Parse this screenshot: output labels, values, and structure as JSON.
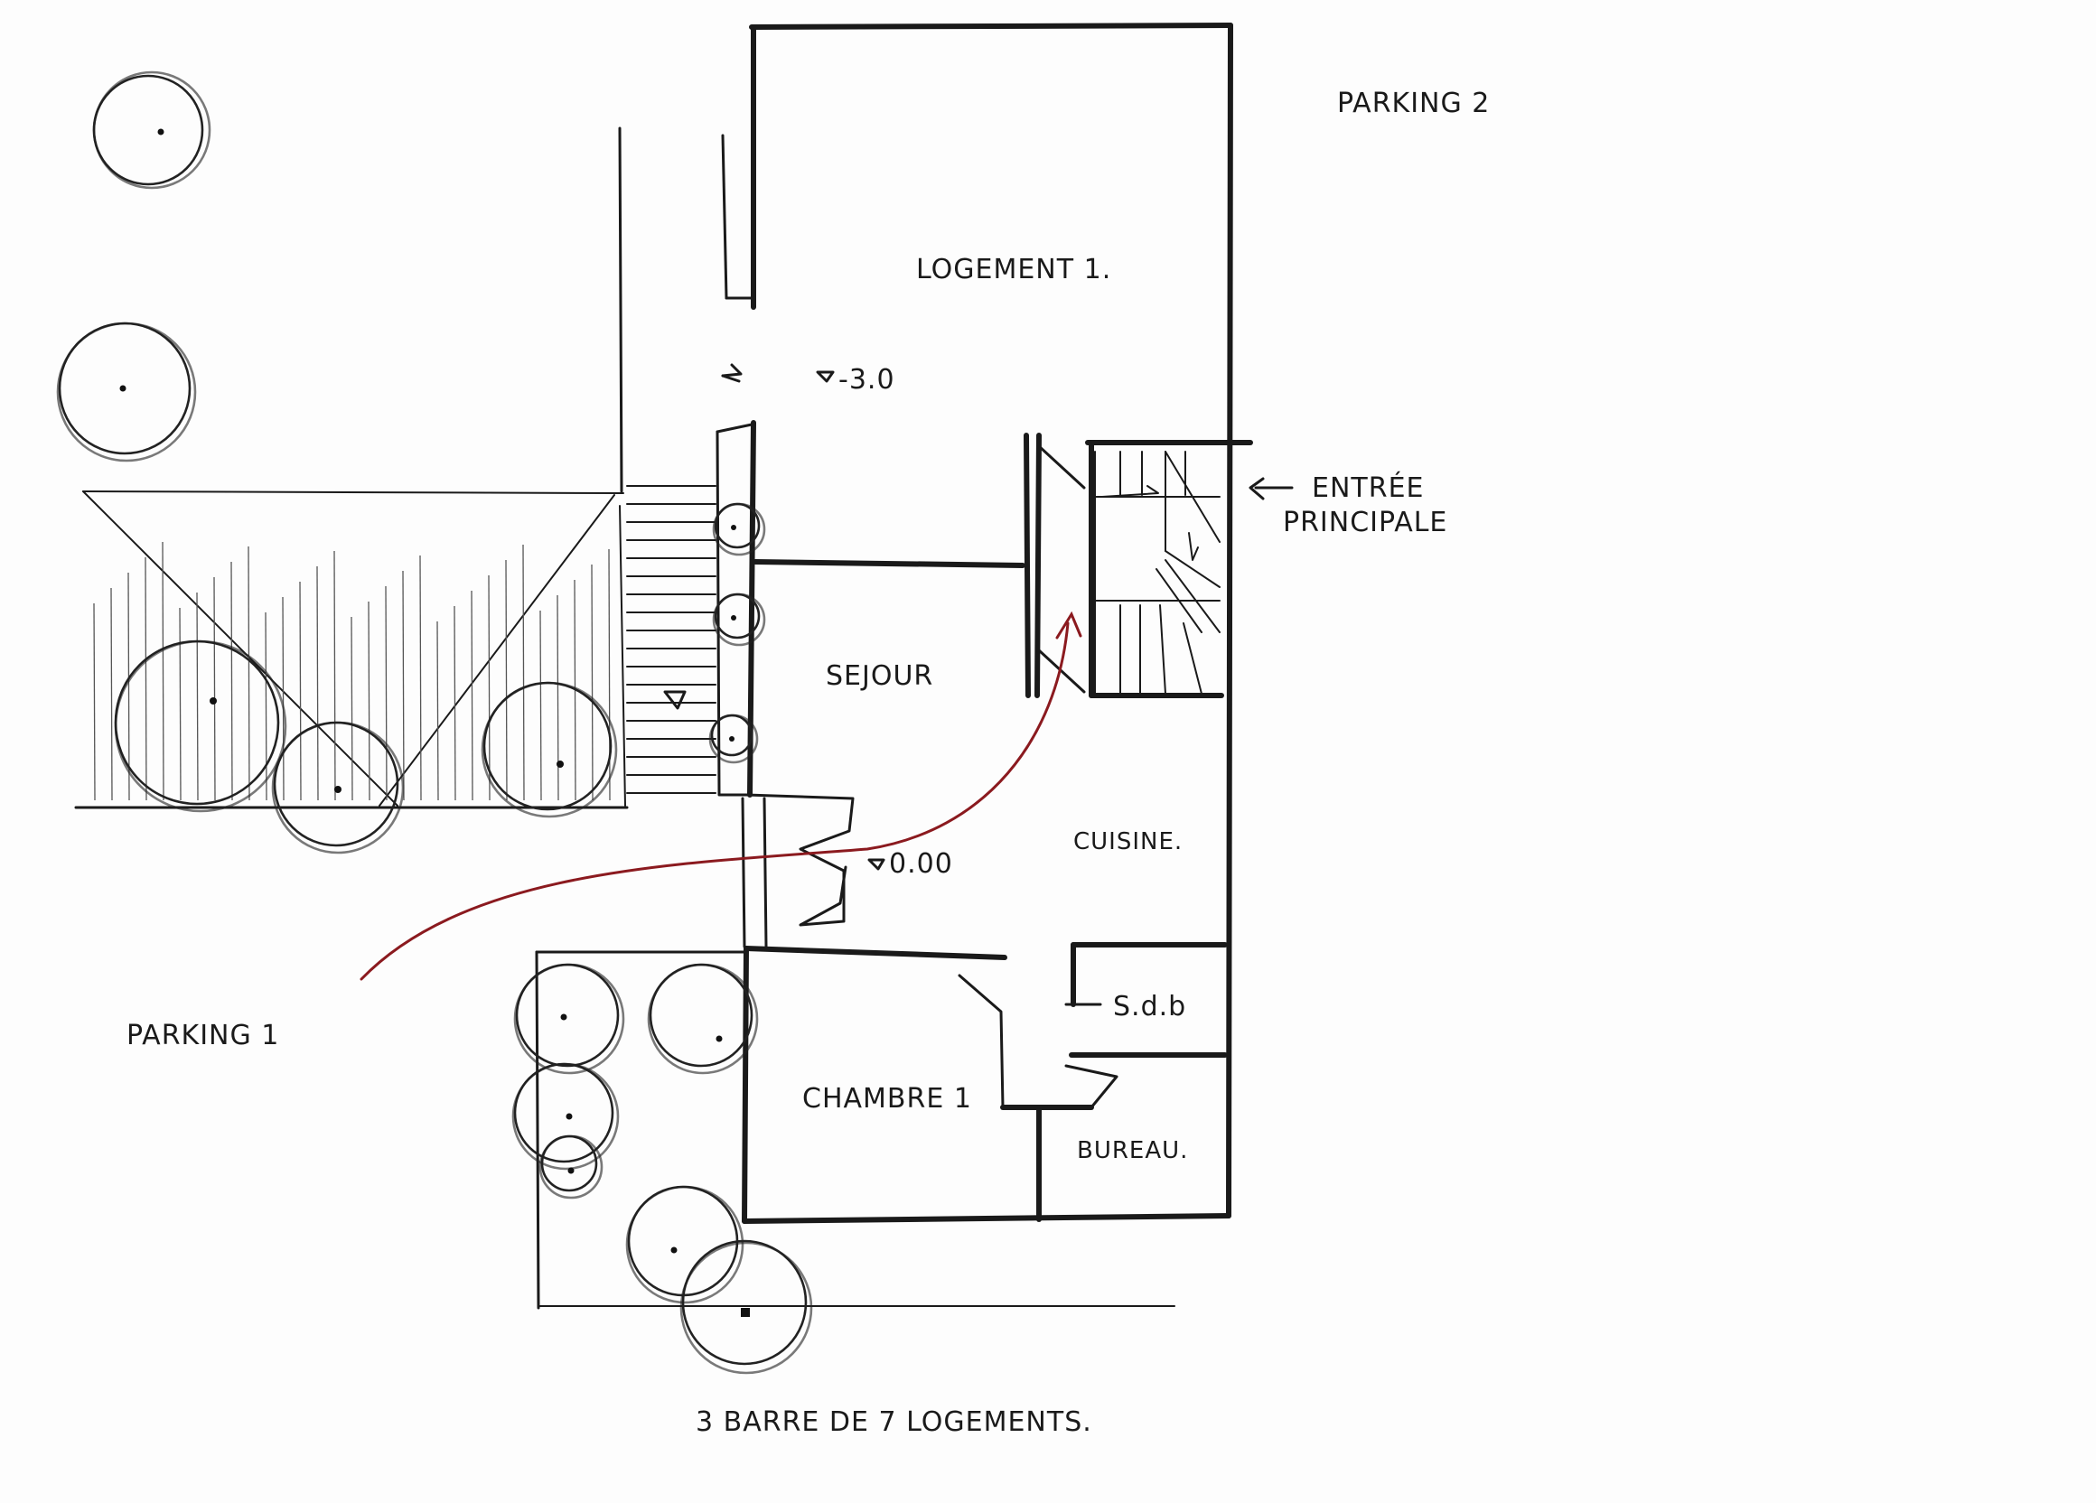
{
  "labels": {
    "parking_2": "PARKING 2",
    "parking_1": "PARKING 1",
    "logement": "LOGEMENT 1.",
    "level_upper": "-3.0",
    "level_ground": "0.00",
    "entree_line1": "ENTRÉE",
    "entree_line2": "PRINCIPALE",
    "sejour": "SEJOUR",
    "cuisine": "CUISINE.",
    "sdb": "S.d.b",
    "chambre": "CHAMBRE 1",
    "bureau": "BUREAU.",
    "caption": "3 BARRE DE 7 LOGEMENTS."
  },
  "colors": {
    "ink": "#1a1a1a",
    "circulation_path": "#8b1a1f"
  }
}
